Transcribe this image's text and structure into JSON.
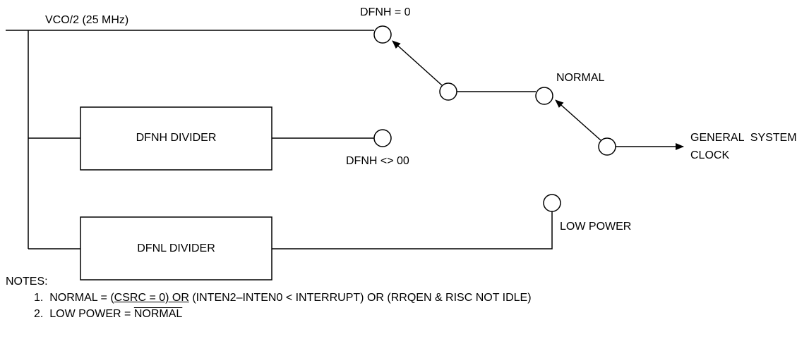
{
  "labels": {
    "input_signal": "VCO/2 (25 MHz)",
    "dfnh_zero": "DFNH = 0",
    "dfnh_nonzero": "DFNH <> 00",
    "normal": "NORMAL",
    "low_power": "LOW POWER",
    "output_line1": "GENERAL  SYSTEM",
    "output_line2": "CLOCK"
  },
  "blocks": {
    "dfnh_divider": "DFNH DIVIDER",
    "dfnl_divider": "DFNL DIVIDER"
  },
  "notes": {
    "title": "NOTES:",
    "note1_prefix": "1.  NORMAL = (",
    "note1_underlined": "CSRC = 0) OR",
    "note1_suffix": " (INTEN2–INTEN0 < INTERRUPT) OR (RRQEN & RISC NOT IDLE)",
    "note2_prefix": "2.  LOW POWER = ",
    "note2_overlined": "NORMAL"
  }
}
